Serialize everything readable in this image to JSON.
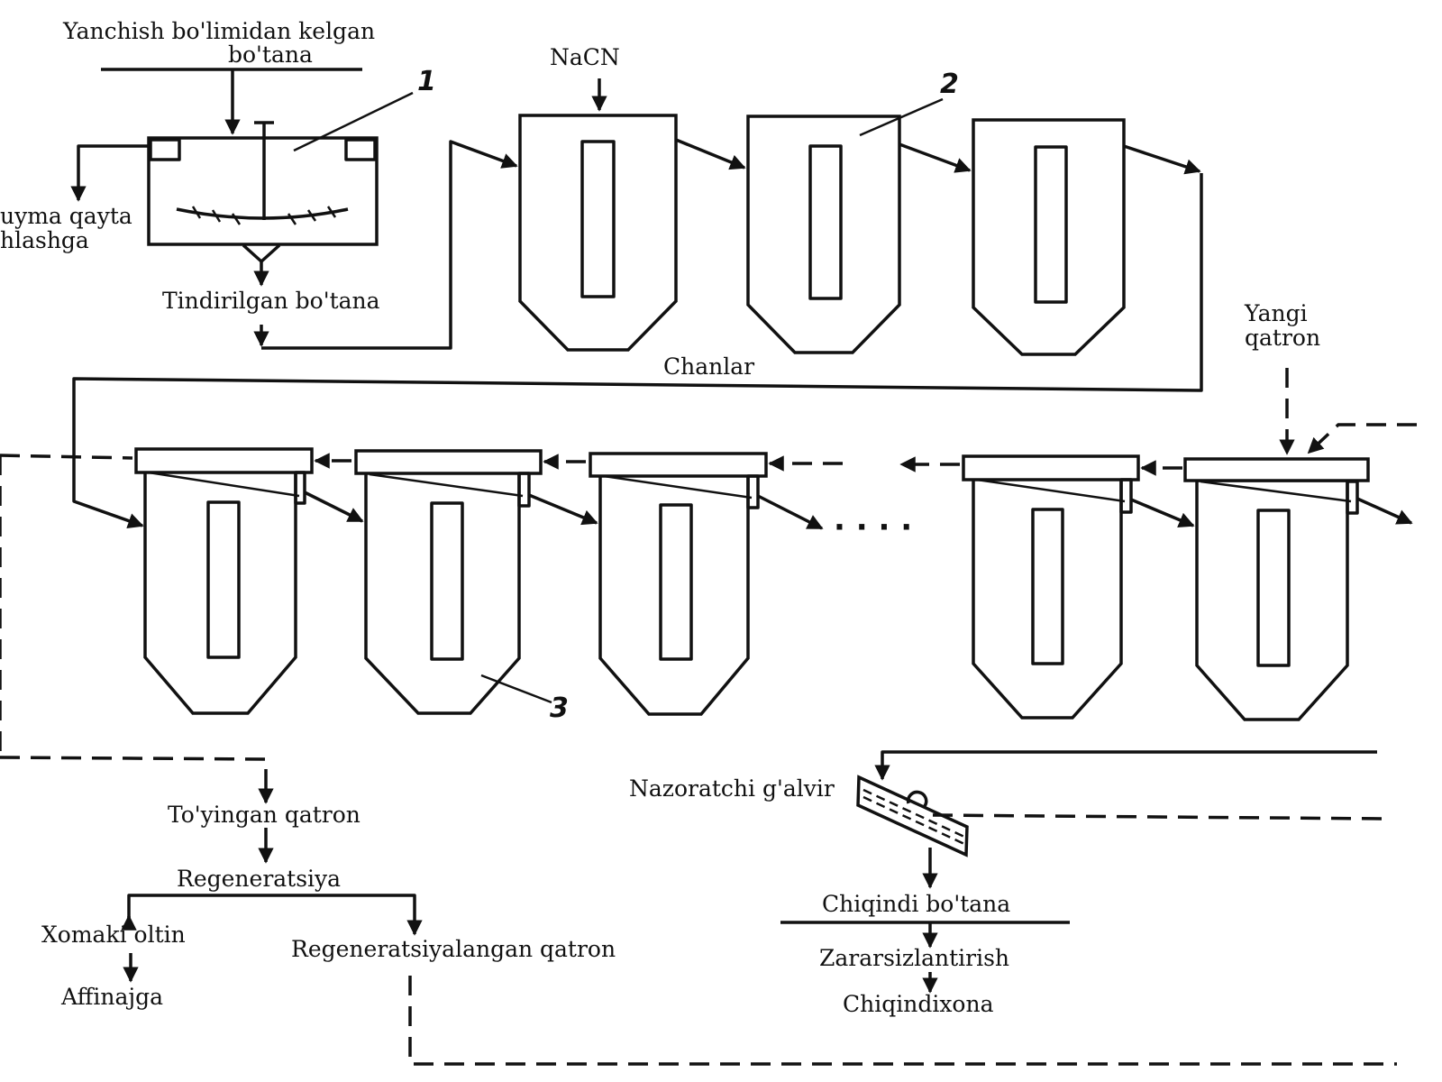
{
  "labels": {
    "feed_line1": "Yanchish bo'limidan kelgan",
    "feed_line2": "bo'tana",
    "nacn": "NaCN",
    "overflow_line1": "uyma qayta",
    "overflow_line2": "hlashga",
    "thickened": "Tindirilgan bo'tana",
    "tanks": "Chanlar",
    "fresh_resin_line1": "Yangi",
    "fresh_resin_line2": "qatron",
    "ellipsis": "· · · ·",
    "screen": "Nazoratchi g'alvir",
    "loaded_resin": "To'yingan qatron",
    "regeneration": "Regeneratsiya",
    "crude_gold": "Xomaki oltin",
    "refining": "Affinajga",
    "regenerated_resin": "Regeneratsiyalangan qatron",
    "tailings": "Chiqindi bo'tana",
    "neutralization": "Zararsizlantirish",
    "tailings_dump": "Chiqindixona"
  },
  "callouts": {
    "thickener": "1",
    "leach_tank": "2",
    "sorption_tank": "3"
  }
}
